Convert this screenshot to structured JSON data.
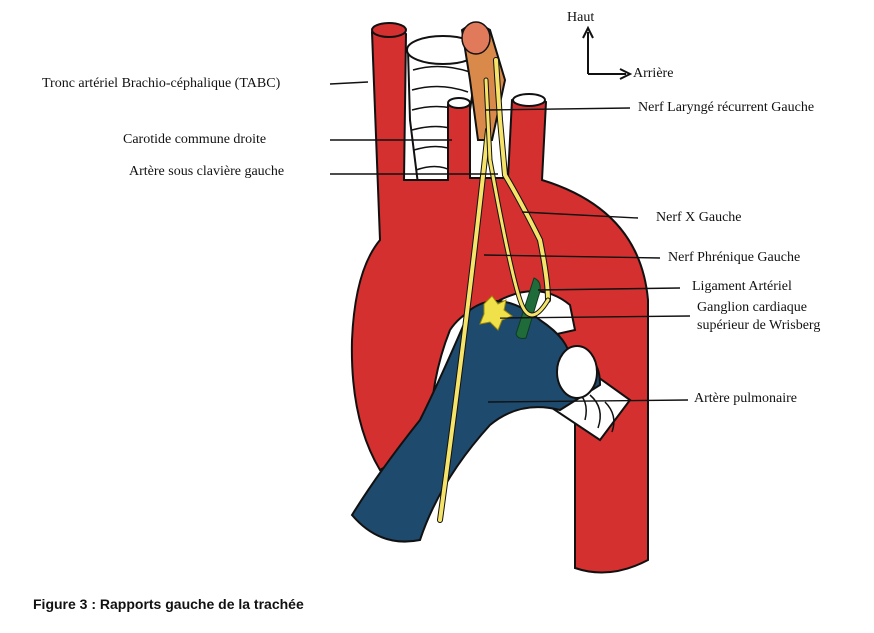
{
  "orientation": {
    "up_label": "Haut",
    "back_label": "Arrière"
  },
  "labels": {
    "tabc": "Tronc artériel Brachio-céphalique (TABC)",
    "carotide": "Carotide commune droite",
    "sous_claviere": "Artère sous clavière gauche",
    "nerf_larynge": "Nerf Laryngé récurrent Gauche",
    "nerf_x": "Nerf X Gauche",
    "nerf_phrenique": "Nerf Phrénique Gauche",
    "ligament": "Ligament Artériel",
    "ganglion_line1": "Ganglion cardiaque",
    "ganglion_line2": "supérieur de Wrisberg",
    "pulmonaire": "Artère pulmonaire"
  },
  "caption": "Figure 3 : Rapports gauche de la trachée",
  "colors": {
    "aorta": "#d3302f",
    "pulmonary": "#1e4a6e",
    "nerve": "#f6e46a",
    "ligament": "#1f6b3a",
    "ganglion": "#f0e04a",
    "esophagus": "#d98a4a",
    "outline": "#111111"
  }
}
